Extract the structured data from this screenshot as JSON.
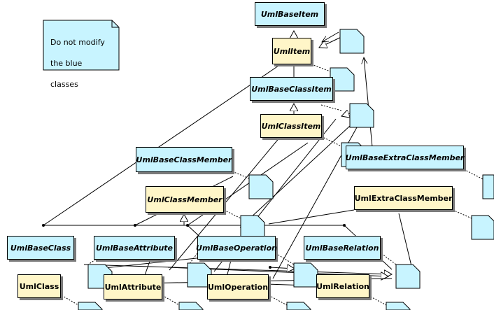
{
  "diagram": {
    "colors": {
      "blue_class": "#c8f4ff",
      "yellow_class": "#fff6c8",
      "note_fill": "#c8f4ff",
      "line": "#000000",
      "shadow": "#7a7a7a"
    },
    "note": {
      "lines": [
        "Do not modify",
        "the blue",
        "classes"
      ]
    },
    "classes": {
      "uml_base_item": "UmlBaseItem",
      "uml_item": "UmlItem",
      "uml_base_class_item": "UmlBaseClassItem",
      "uml_class_item": "UmlClassItem",
      "uml_base_class_member": "UmlBaseClassMember",
      "uml_base_extra_class_member": "UmlBaseExtraClassMember",
      "uml_class_member": "UmlClassMember",
      "uml_extra_class_member": "UmlExtraClassMember",
      "uml_base_class": "UmlBaseClass",
      "uml_base_attribute": "UmlBaseAttribute",
      "uml_base_operation": "UmlBaseOperation",
      "uml_base_relation": "UmlBaseRelation",
      "uml_class": "UmlClass",
      "uml_attribute": "UmlAttribute",
      "uml_operation": "UmlOperation",
      "uml_relation": "UmlRelation"
    }
  }
}
